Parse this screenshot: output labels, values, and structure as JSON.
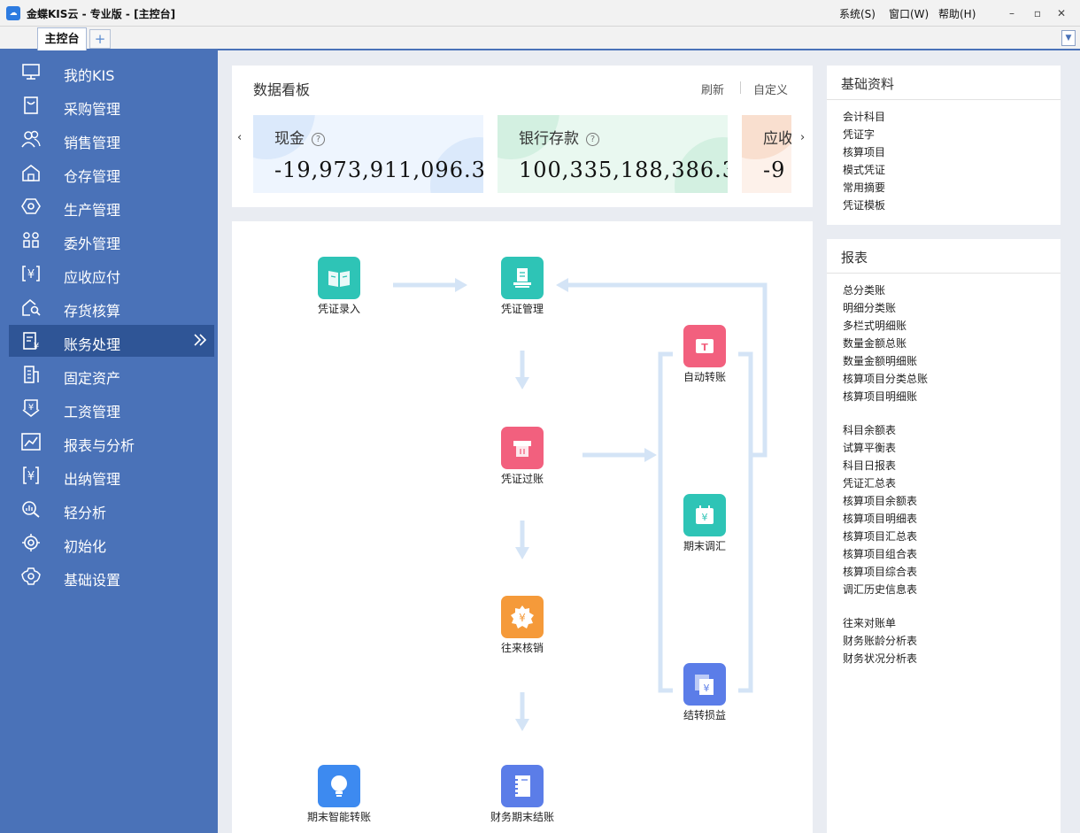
{
  "window": {
    "title": "金蝶KIS云 - 专业版 - [主控台]",
    "icon": "cloud-icon",
    "menu": [
      "系统(S)",
      "窗口(W)",
      "帮助(H)"
    ]
  },
  "tabs": {
    "active": "主控台",
    "add_icon": "plus-icon"
  },
  "sidebar": {
    "items": [
      {
        "label": "我的KIS",
        "icon": "monitor-icon"
      },
      {
        "label": "采购管理",
        "icon": "purchase-bag-icon"
      },
      {
        "label": "销售管理",
        "icon": "people-icon"
      },
      {
        "label": "仓存管理",
        "icon": "warehouse-icon"
      },
      {
        "label": "生产管理",
        "icon": "hexagon-gear-icon"
      },
      {
        "label": "委外管理",
        "icon": "grid-people-icon"
      },
      {
        "label": "应收应付",
        "icon": "yen-box-icon"
      },
      {
        "label": "存货核算",
        "icon": "house-search-icon"
      },
      {
        "label": "账务处理",
        "icon": "ledger-yen-icon",
        "active": true
      },
      {
        "label": "固定资产",
        "icon": "building-icon"
      },
      {
        "label": "工资管理",
        "icon": "wage-download-icon"
      },
      {
        "label": "报表与分析",
        "icon": "line-chart-icon"
      },
      {
        "label": "出纳管理",
        "icon": "cashier-yen-icon"
      },
      {
        "label": "轻分析",
        "icon": "magnifier-chart-icon"
      },
      {
        "label": "初始化",
        "icon": "target-icon"
      },
      {
        "label": "基础设置",
        "icon": "gear-icon"
      }
    ]
  },
  "dashboard": {
    "title": "数据看板",
    "refresh": "刷新",
    "customize": "自定义",
    "prev": "‹",
    "next": "›",
    "cards": [
      {
        "title": "现金",
        "value": "-19,973,911,096.3",
        "bg": "#eef5fe",
        "deco": "#dbe9fb"
      },
      {
        "title": "银行存款",
        "value": "100,335,188,386.3",
        "bg": "#e9f8f0",
        "deco": "#d3f0e1"
      },
      {
        "title": "应收",
        "value": "-9",
        "bg": "#fdf1ea",
        "deco": "#f9dfcf"
      }
    ]
  },
  "basic_info": {
    "title": "基础资料",
    "links": [
      "会计科目",
      "凭证字",
      "核算项目",
      "模式凭证",
      "常用摘要",
      "凭证模板"
    ]
  },
  "reports": {
    "title": "报表",
    "groups": [
      [
        "总分类账",
        "明细分类账",
        "多栏式明细账",
        "数量金额总账",
        "数量金额明细账",
        "核算项目分类总账",
        "核算项目明细账"
      ],
      [
        "科目余额表",
        "试算平衡表",
        "科目日报表",
        "凭证汇总表",
        "核算项目余额表",
        "核算项目明细表",
        "核算项目汇总表",
        "核算项目组合表",
        "核算项目综合表",
        "调汇历史信息表"
      ],
      [
        "往来对账单",
        "财务账龄分析表",
        "财务状况分析表"
      ]
    ]
  },
  "flow": {
    "nodes": [
      {
        "id": "voucher-entry",
        "label": "凭证录入",
        "icon": "open-book-icon",
        "color": "#2ec4b6"
      },
      {
        "id": "voucher-manage",
        "label": "凭证管理",
        "icon": "document-stack-icon",
        "color": "#2ec4b6"
      },
      {
        "id": "voucher-post",
        "label": "凭证过账",
        "icon": "printer-icon",
        "color": "#f2607e"
      },
      {
        "id": "reconcile",
        "label": "往来核销",
        "icon": "yen-badge-icon",
        "color": "#f59a3a"
      },
      {
        "id": "smart-transfer",
        "label": "期末智能转账",
        "icon": "lightbulb-icon",
        "color": "#3d8af0"
      },
      {
        "id": "period-close",
        "label": "财务期末结账",
        "icon": "notebook-icon",
        "color": "#5b7de8"
      },
      {
        "id": "auto-transfer",
        "label": "自动转账",
        "icon": "transfer-t-icon",
        "color": "#f2607e"
      },
      {
        "id": "fx-adjust",
        "label": "期末调汇",
        "icon": "yen-calendar-icon",
        "color": "#2ec4b6"
      },
      {
        "id": "pl-transfer",
        "label": "结转损益",
        "icon": "yen-cards-icon",
        "color": "#5b7de8"
      }
    ]
  }
}
